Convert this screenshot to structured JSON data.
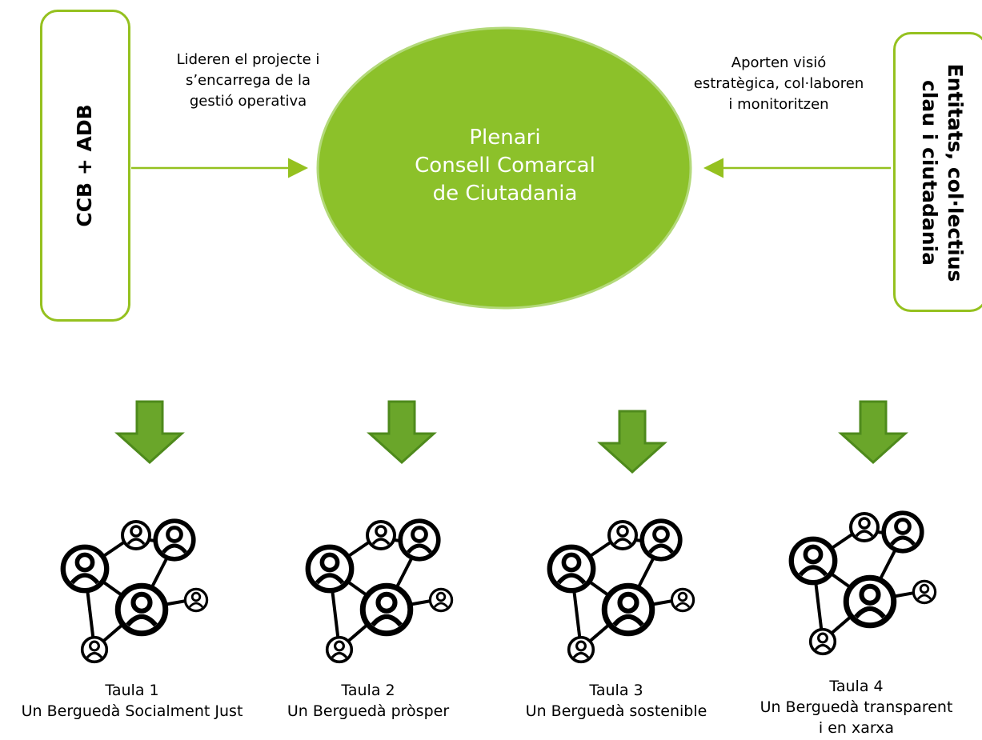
{
  "left_box": {
    "label": "CCB + ADB"
  },
  "right_box": {
    "lines": [
      "Entitats, col·lectius",
      "clau i ciutadania"
    ]
  },
  "left_note": {
    "lines": [
      "Lideren el projecte i",
      "s’encarrega de la",
      "gestió operativa"
    ]
  },
  "right_note": {
    "lines": [
      "Aporten visió",
      "estratègica, col·laboren",
      "i monitoritzen"
    ]
  },
  "hub": {
    "lines": [
      "Plenari",
      "Consell Comarcal",
      "de Ciutadania"
    ]
  },
  "tables": [
    {
      "title": "Taula 1",
      "subtitle": "Un Berguedà Socialment Just"
    },
    {
      "title": "Taula 2",
      "subtitle": "Un Berguedà pròsper"
    },
    {
      "title": "Taula 3",
      "subtitle": "Un Berguedà sostenible"
    },
    {
      "title": "Taula 4",
      "subtitle": "Un Berguedà transparent",
      "subtitle2": "i en xarxa"
    }
  ],
  "colors": {
    "accent": "#95c11f",
    "arrow_fill": "#6aa62a",
    "arrow_stroke": "#4e8a1c",
    "hub_fill": "#8cc12a"
  },
  "icons": {
    "network": "network-people-icon",
    "arrow": "down-arrow-icon"
  }
}
